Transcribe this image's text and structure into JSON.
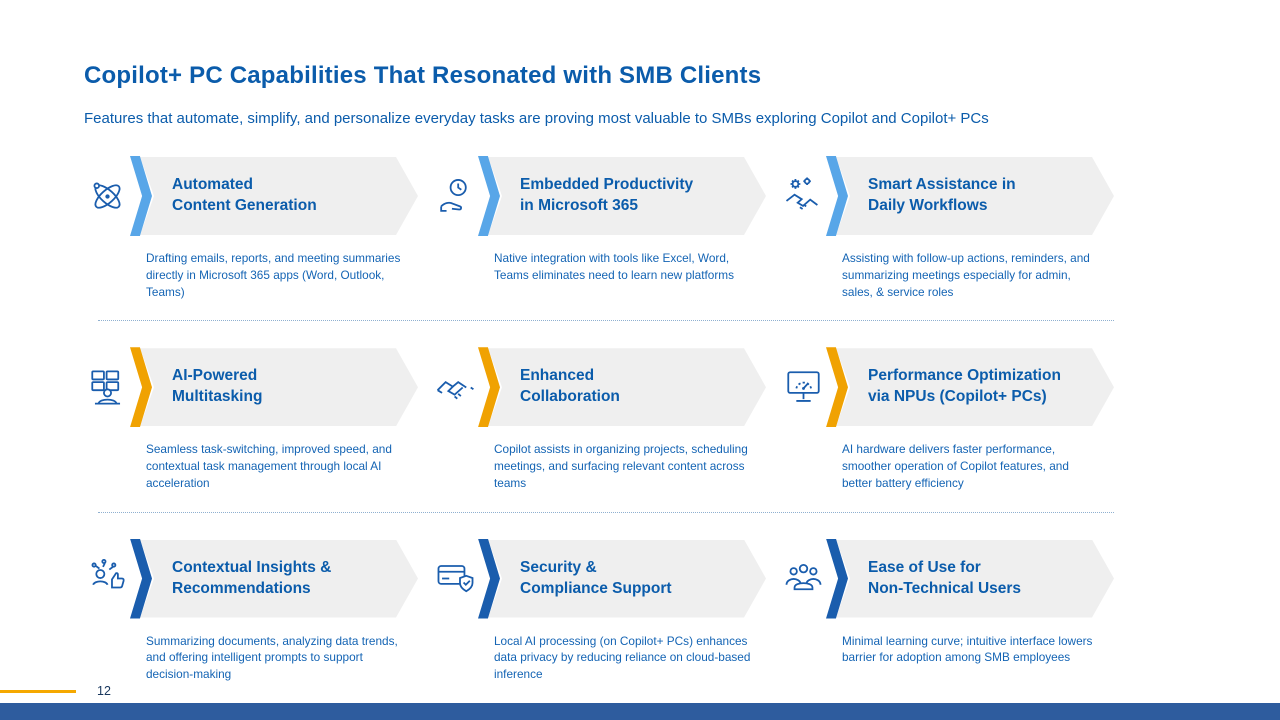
{
  "slide": {
    "title": "Copilot+ PC Capabilities That Resonated with SMB Clients",
    "subtitle": "Features that automate, simplify, and personalize everyday tasks are proving most valuable to SMBs exploring Copilot and Copilot+ PCs",
    "page_number": "12"
  },
  "colors": {
    "heading_blue": "#0B5CAB",
    "body_blue": "#1464B4",
    "chevron_light_blue": "#58A6E8",
    "chevron_orange": "#F0A202",
    "chevron_dark_blue": "#1A5DAD",
    "banner_gray": "#EFEFEF",
    "footer_bar_blue": "#2E5C9E",
    "accent_orange": "#F5A800"
  },
  "cards": [
    {
      "icon": "atom-icon",
      "accent": "light-blue",
      "title": "Automated\nContent Generation",
      "description": "Drafting emails, reports, and meeting summaries directly in Microsoft 365 apps (Word, Outlook, Teams)"
    },
    {
      "icon": "hand-clock-icon",
      "accent": "light-blue",
      "title": "Embedded Productivity\nin Microsoft 365",
      "description": "Native integration with tools like Excel, Word, Teams eliminates need to learn new platforms"
    },
    {
      "icon": "handshake-gears-icon",
      "accent": "light-blue",
      "title": "Smart Assistance in\nDaily Workflows",
      "description": "Assisting with follow-up actions, reminders, and summarizing meetings especially for admin, sales, & service roles"
    },
    {
      "icon": "person-multiscreen-icon",
      "accent": "orange",
      "title": "AI-Powered\nMultitasking",
      "description": "Seamless task-switching, improved speed, and contextual task management through local AI acceleration"
    },
    {
      "icon": "handshake-icon",
      "accent": "orange",
      "title": "Enhanced\nCollaboration",
      "description": "Copilot assists in organizing projects, scheduling meetings, and surfacing relevant content across teams"
    },
    {
      "icon": "monitor-gauge-icon",
      "accent": "orange",
      "title": "Performance Optimization\nvia NPUs (Copilot+ PCs)",
      "description": "AI hardware delivers faster performance, smoother operation of Copilot features, and better battery efficiency"
    },
    {
      "icon": "insights-thumb-icon",
      "accent": "dark-blue",
      "title": "Contextual Insights &\nRecommendations",
      "description": "Summarizing documents, analyzing data trends, and offering intelligent prompts to support decision-making"
    },
    {
      "icon": "card-shield-icon",
      "accent": "dark-blue",
      "title": "Security &\nCompliance Support",
      "description": "Local AI processing (on Copilot+ PCs) enhances data privacy by reducing reliance on cloud-based inference"
    },
    {
      "icon": "users-group-icon",
      "accent": "dark-blue",
      "title": "Ease of Use for\nNon-Technical Users",
      "description": "Minimal learning curve; intuitive interface lowers barrier for adoption among SMB employees"
    }
  ]
}
